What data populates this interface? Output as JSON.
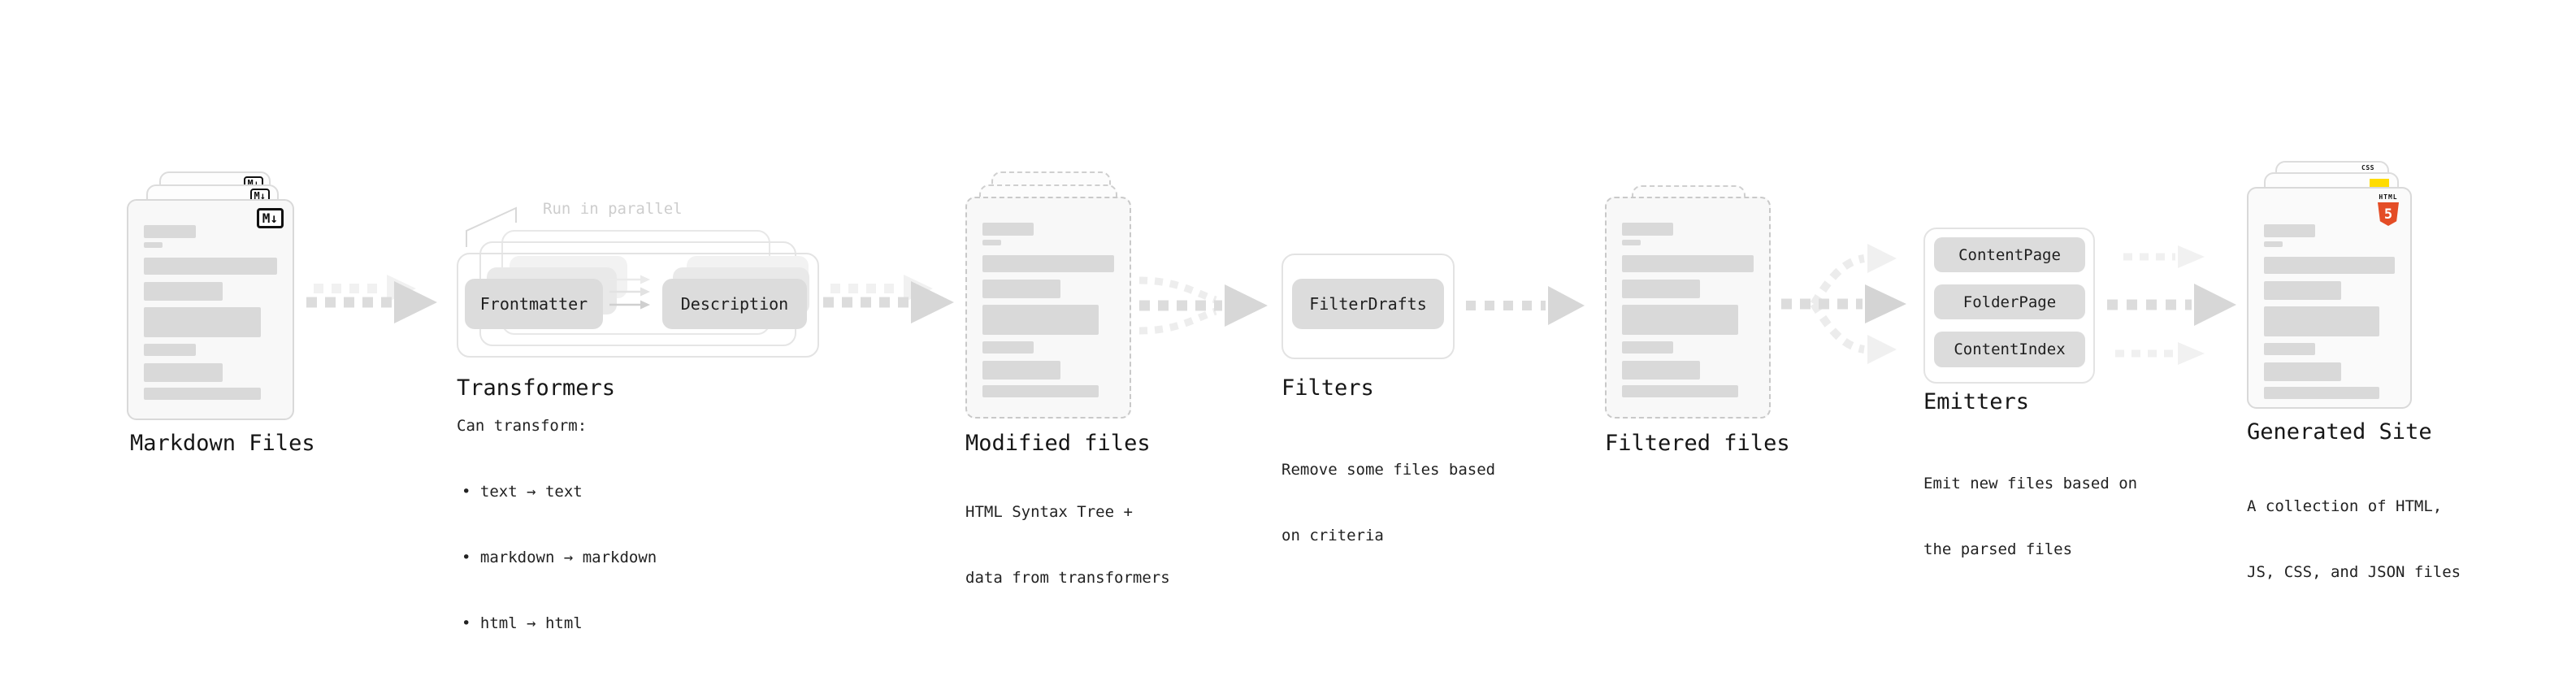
{
  "palette": {
    "card_border": "#d9d9d9",
    "dashed_border": "#c9c9c9",
    "pill_fill": "#dcdcdc",
    "arrow_gray": "#d7d7d7",
    "html5_orange": "#e44d26",
    "js_yellow": "#ffdc00",
    "css_blue": "#2965f1"
  },
  "stages": {
    "markdown": {
      "label": "Markdown Files",
      "badge": "M↓"
    },
    "transformers": {
      "label": "Transformers",
      "note": "Run in parallel",
      "pill_left": "Frontmatter",
      "pill_right": "Description",
      "desc_heading": "Can transform:",
      "bullets": [
        "• text → text",
        "• markdown → markdown",
        "• html → html"
      ]
    },
    "modified": {
      "label": "Modified files",
      "desc_line1": "HTML Syntax Tree +",
      "desc_line2": "data from transformers"
    },
    "filters": {
      "label": "Filters",
      "pill": "FilterDrafts",
      "desc_line1": "Remove some files based",
      "desc_line2": "on criteria"
    },
    "filtered": {
      "label": "Filtered files"
    },
    "emitters": {
      "label": "Emitters",
      "pills": [
        "ContentPage",
        "FolderPage",
        "ContentIndex"
      ],
      "desc_line1": "Emit new files based on",
      "desc_line2": "the parsed files"
    },
    "generated": {
      "label": "Generated Site",
      "desc_line1": "A collection of HTML,",
      "desc_line2": "JS, CSS, and JSON files",
      "badge_css": "CSS",
      "badge_html_word": "HTML",
      "badge_html_five": "5"
    }
  }
}
